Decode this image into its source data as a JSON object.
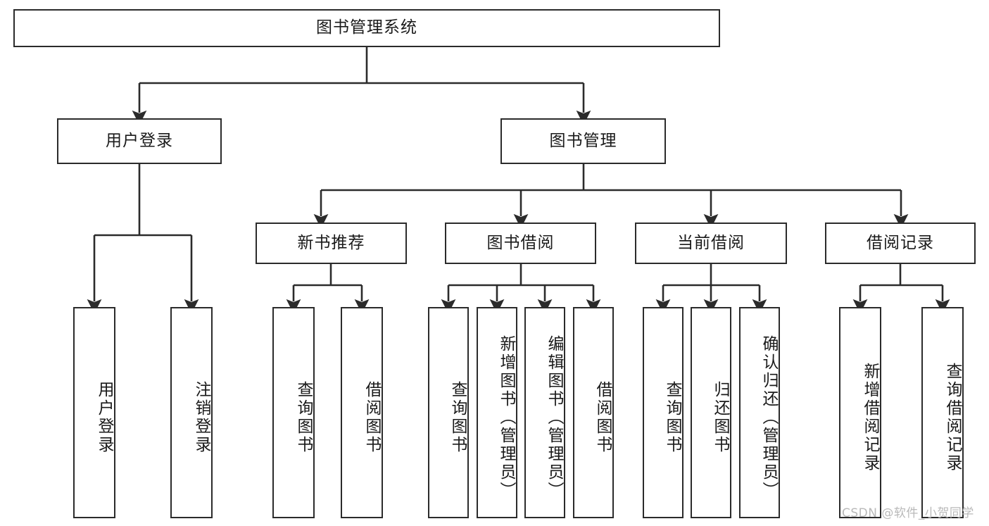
{
  "diagram": {
    "title": "图书管理系统",
    "watermark": "CSDN @软件_小贺同学",
    "line_color": "#2b2b2b",
    "box_border_color": "#2b2b2b",
    "box_fill_color": "#ffffff",
    "text_color": "#1a1a1a",
    "watermark_color": "#b9b9b9",
    "root": {
      "label": "图书管理系统"
    },
    "level2": [
      {
        "label": "用户登录"
      },
      {
        "label": "图书管理"
      }
    ],
    "level3": [
      {
        "label": "新书推荐"
      },
      {
        "label": "图书借阅"
      },
      {
        "label": "当前借阅"
      },
      {
        "label": "借阅记录"
      }
    ],
    "leaves": {
      "user_login": [
        {
          "label": "用户登录"
        },
        {
          "label": "注销登录"
        }
      ],
      "new_book_recommend": [
        {
          "label": "查询图书"
        },
        {
          "label": "借阅图书"
        }
      ],
      "book_borrow": [
        {
          "label": "查询图书"
        },
        {
          "label": "新增图书（管理员）"
        },
        {
          "label": "编辑图书（管理员）"
        },
        {
          "label": "借阅图书"
        }
      ],
      "current_borrow": [
        {
          "label": "查询图书"
        },
        {
          "label": "归还图书"
        },
        {
          "label": "确认归还（管理员）"
        }
      ],
      "borrow_record": [
        {
          "label": "新增借阅记录"
        },
        {
          "label": "查询借阅记录"
        }
      ]
    }
  }
}
